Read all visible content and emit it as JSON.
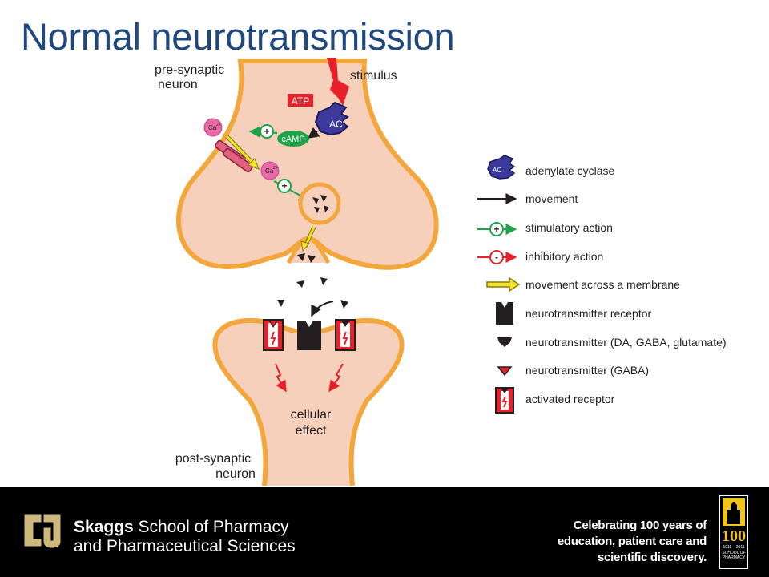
{
  "title": "Normal neurotransmission",
  "diagram": {
    "labels": {
      "pre_synaptic_line1": "pre-synaptic",
      "pre_synaptic_line2": "neuron",
      "stimulus": "stimulus",
      "atp": "ATP",
      "ac": "AC",
      "camp": "cAMP",
      "ca": "Ca",
      "ca_charge": "2+",
      "plus": "+",
      "cellular_effect_line1": "cellular",
      "cellular_effect_line2": "effect",
      "post_synaptic_line1": "post-synaptic",
      "post_synaptic_line2": "neuron"
    },
    "colors": {
      "cytoplasm": "#f6d0bb",
      "membrane": "#f3a63b",
      "enzyme": "#3b3a9a",
      "stimulatory": "#1fa34a",
      "inhibitory": "#e8202a",
      "calcium": "#ea6aa7",
      "membrane_arrow": "#f2e22a"
    }
  },
  "legend": {
    "items": [
      {
        "icon": "adenylate-cyclase-icon",
        "label": "adenylate cyclase",
        "icon_text": "AC"
      },
      {
        "icon": "movement-arrow-icon",
        "label": "movement"
      },
      {
        "icon": "stimulatory-arrow-icon",
        "label": "stimulatory action",
        "icon_text": "+"
      },
      {
        "icon": "inhibitory-arrow-icon",
        "label": "inhibitory action",
        "icon_text": "-"
      },
      {
        "icon": "membrane-arrow-icon",
        "label": "movement across a membrane"
      },
      {
        "icon": "receptor-icon",
        "label": "neurotransmitter receptor"
      },
      {
        "icon": "neurotransmitter-black-icon",
        "label": "neurotransmitter (DA, GABA, glutamate)"
      },
      {
        "icon": "neurotransmitter-red-icon",
        "label": "neurotransmitter (GABA)"
      },
      {
        "icon": "activated-receptor-icon",
        "label": "activated receptor"
      }
    ]
  },
  "footer": {
    "school_bold": "Skaggs",
    "school_rest": " School of Pharmacy",
    "school_line2": "and Pharmaceutical Sciences",
    "celebrate_line1": "Celebrating 100 years of",
    "celebrate_line2": "education, patient care and",
    "celebrate_line3": "scientific discovery.",
    "badge_number": "100",
    "badge_years": "1911 – 2011",
    "badge_text": "SCHOOL OF PHARMACY"
  }
}
